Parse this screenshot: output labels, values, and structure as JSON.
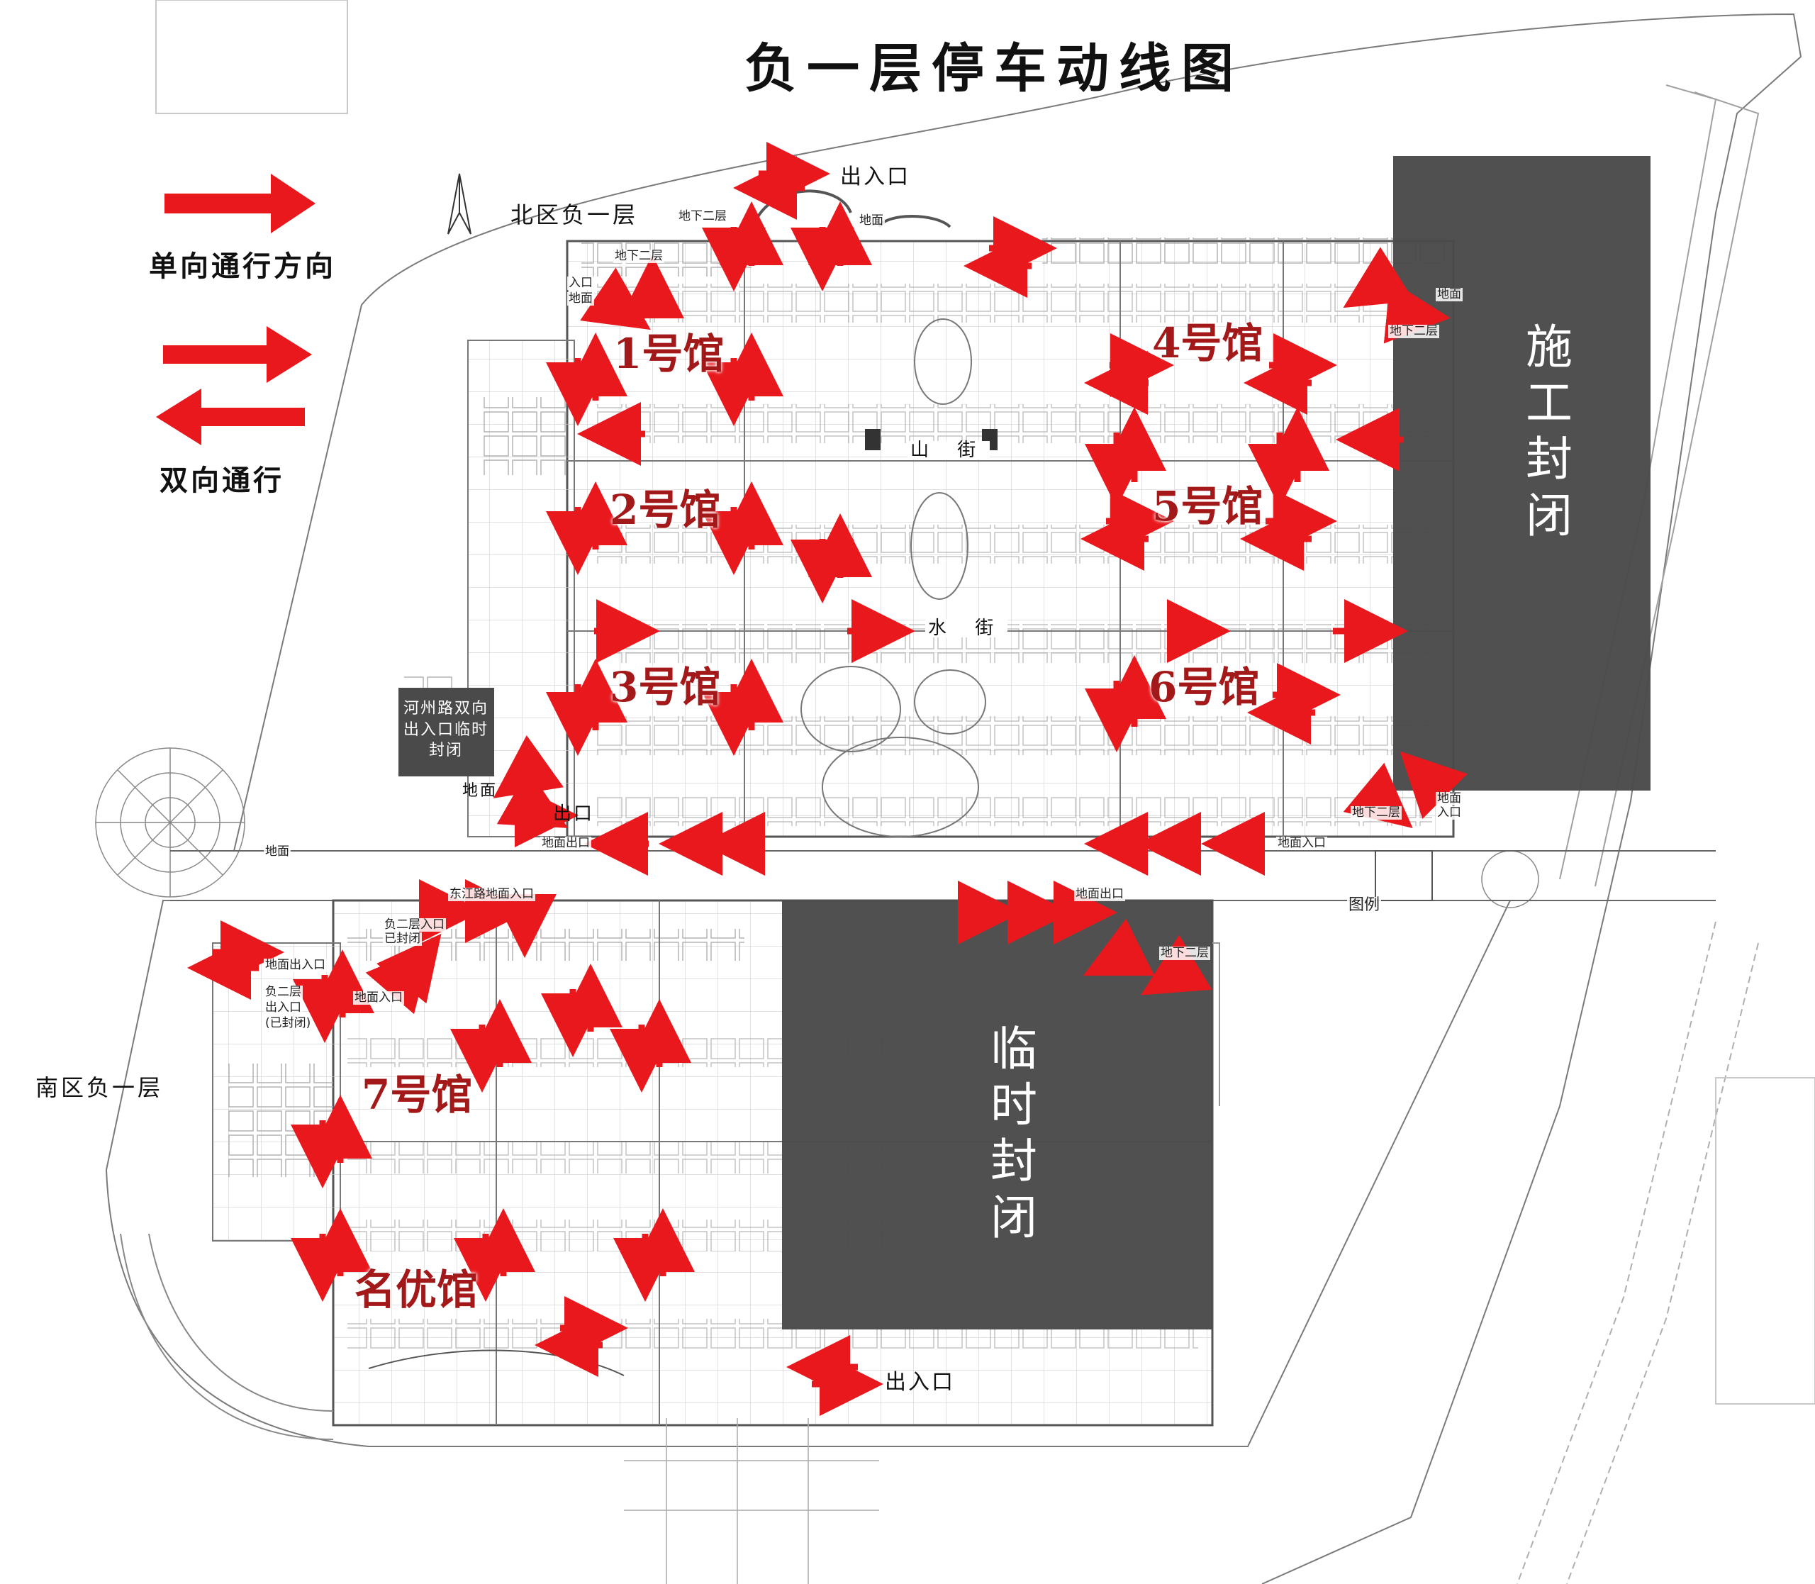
{
  "title": "负一层停车动线图",
  "legend": {
    "one_way": "单向通行方向",
    "two_way": "双向通行",
    "arrow_color": "#e8181c"
  },
  "zones": {
    "north": "北区负一层",
    "south": "南区负一层"
  },
  "halls": {
    "h1": "1号馆",
    "h2": "2号馆",
    "h3": "3号馆",
    "h4": "4号馆",
    "h5": "5号馆",
    "h6": "6号馆",
    "h7": "7号馆",
    "mingyou": "名优馆"
  },
  "closures": {
    "construction": "施工封闭",
    "temporary": "临时封闭",
    "hezhou_notice": "河州路双向出入口临时封闭",
    "closed_color": "#4a4a4a"
  },
  "streets": {
    "shan": "山 街",
    "shui": "水 街"
  },
  "entrances": {
    "north_top": "出入口",
    "south_bottom": "出入口",
    "north_exit_left": "出口",
    "ground_left": "地面",
    "underground2_a": "地下二层",
    "underground2_b": "地下二层",
    "ground_top": "地面",
    "entry_ground_a": "入口",
    "entry_ground_b": "地面",
    "ground_right": "地面",
    "underground2_right": "地下二层",
    "ground_entry_right_a": "地面",
    "ground_entry_right_b": "入口",
    "underground2_bottom_right": "地下二层",
    "ground_exit_north": "地面出口",
    "ground_entry_north": "地面入口",
    "road": "地面",
    "dongjiang_entry": "东江路地面入口",
    "south_ground_exit": "地面出口",
    "south_underground2": "地下二层",
    "legend_mark": "图例",
    "south_ground_io": "地面出入口",
    "b2_io_closed_a": "负二层入口",
    "b2_io_closed_b": "已封闭",
    "b2_note_a": "负二层",
    "b2_note_b": "出入口",
    "b2_note_c": "(已封闭)",
    "south_ground_entry": "地面入口"
  }
}
